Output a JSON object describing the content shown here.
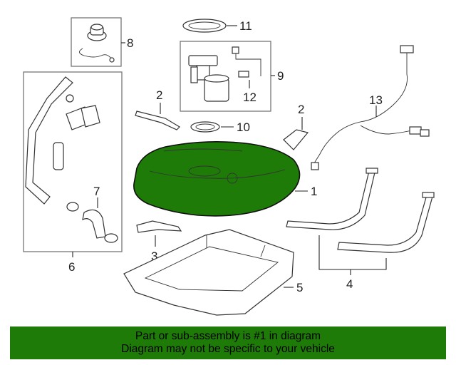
{
  "diagram": {
    "highlight_color": "#1e7b08",
    "callouts": {
      "c1": "1",
      "c2a": "2",
      "c2b": "2",
      "c3": "3",
      "c4": "4",
      "c5": "5",
      "c6": "6",
      "c7": "7",
      "c8": "8",
      "c9": "9",
      "c10": "10",
      "c11": "11",
      "c12": "12",
      "c13": "13"
    }
  },
  "banner": {
    "line1": "Part or sub-assembly is #1 in diagram",
    "line2": "Diagram may not be specific to your vehicle"
  }
}
